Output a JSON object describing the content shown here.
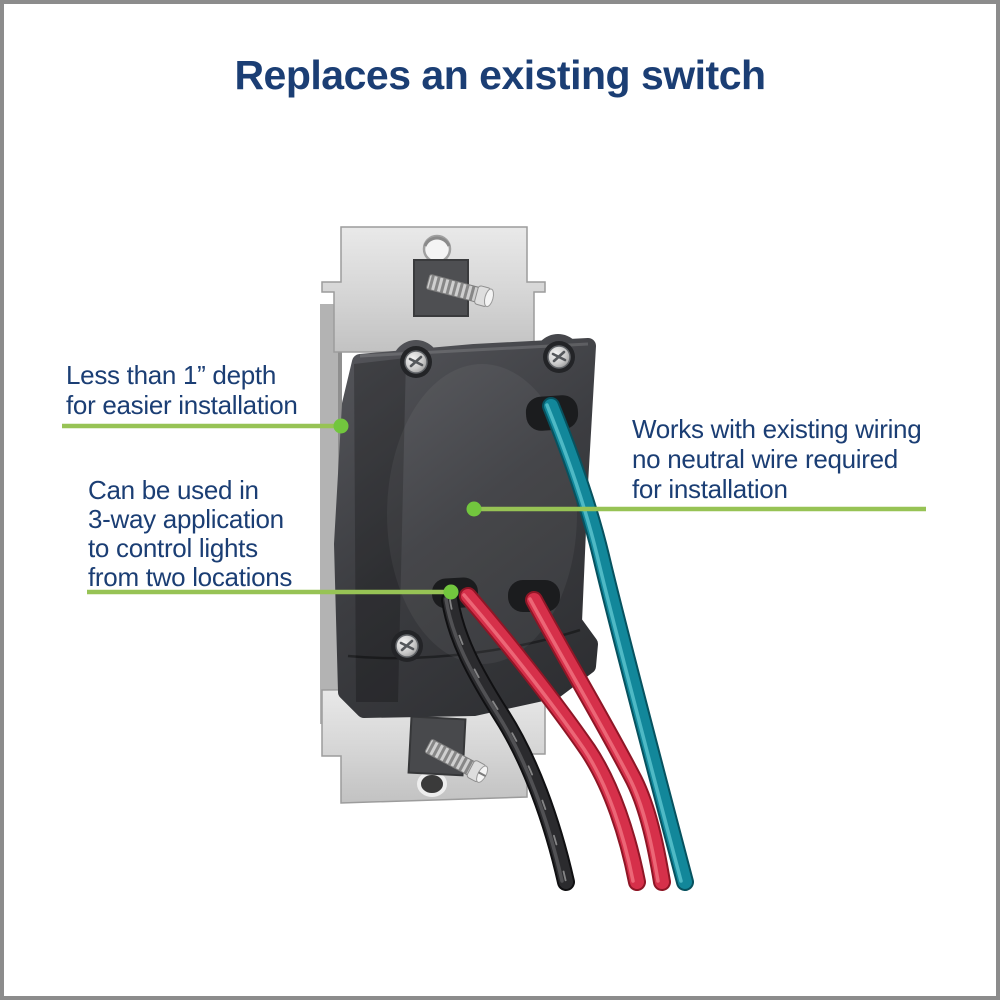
{
  "page": {
    "background": "#ffffff",
    "border_color": "#8c8c8c"
  },
  "title": {
    "text": "Replaces an existing switch",
    "color": "#1b3e74"
  },
  "callouts": [
    {
      "name": "depth",
      "lines": [
        "Less than 1” depth",
        "for easier installation"
      ]
    },
    {
      "name": "three-way",
      "lines": [
        "Can be used in",
        "3-way application",
        "to control lights",
        "from two locations"
      ]
    },
    {
      "name": "existing-wiring",
      "lines": [
        "Works with existing wiring",
        "no neutral wire required",
        "for installation"
      ]
    }
  ],
  "colors": {
    "text_navy": "#1b3e74",
    "connector_green": "#97c355",
    "connector_dot_green": "#72c63e",
    "metal_strap": "#d9d9d9",
    "device_body": "#3c3d40",
    "wire_black": "#28282b",
    "wire_red": "#d42f47",
    "wire_teal": "#11828f"
  },
  "illustration": {
    "description": "Rear view of a dimmer switch mounted on a metal strap, with one teal wire exiting the top hole and black, red and red wires exiting the bottom holes, all sweeping toward the lower right",
    "parts": [
      "metal mounting strap",
      "strap screw hole (top)",
      "top mounting screw",
      "strap screw hole (bottom)",
      "bottom mounting screw",
      "device body",
      "corner screws",
      "wire exit holes",
      "black wire",
      "red wire (left)",
      "red wire (right)",
      "teal wire"
    ]
  }
}
